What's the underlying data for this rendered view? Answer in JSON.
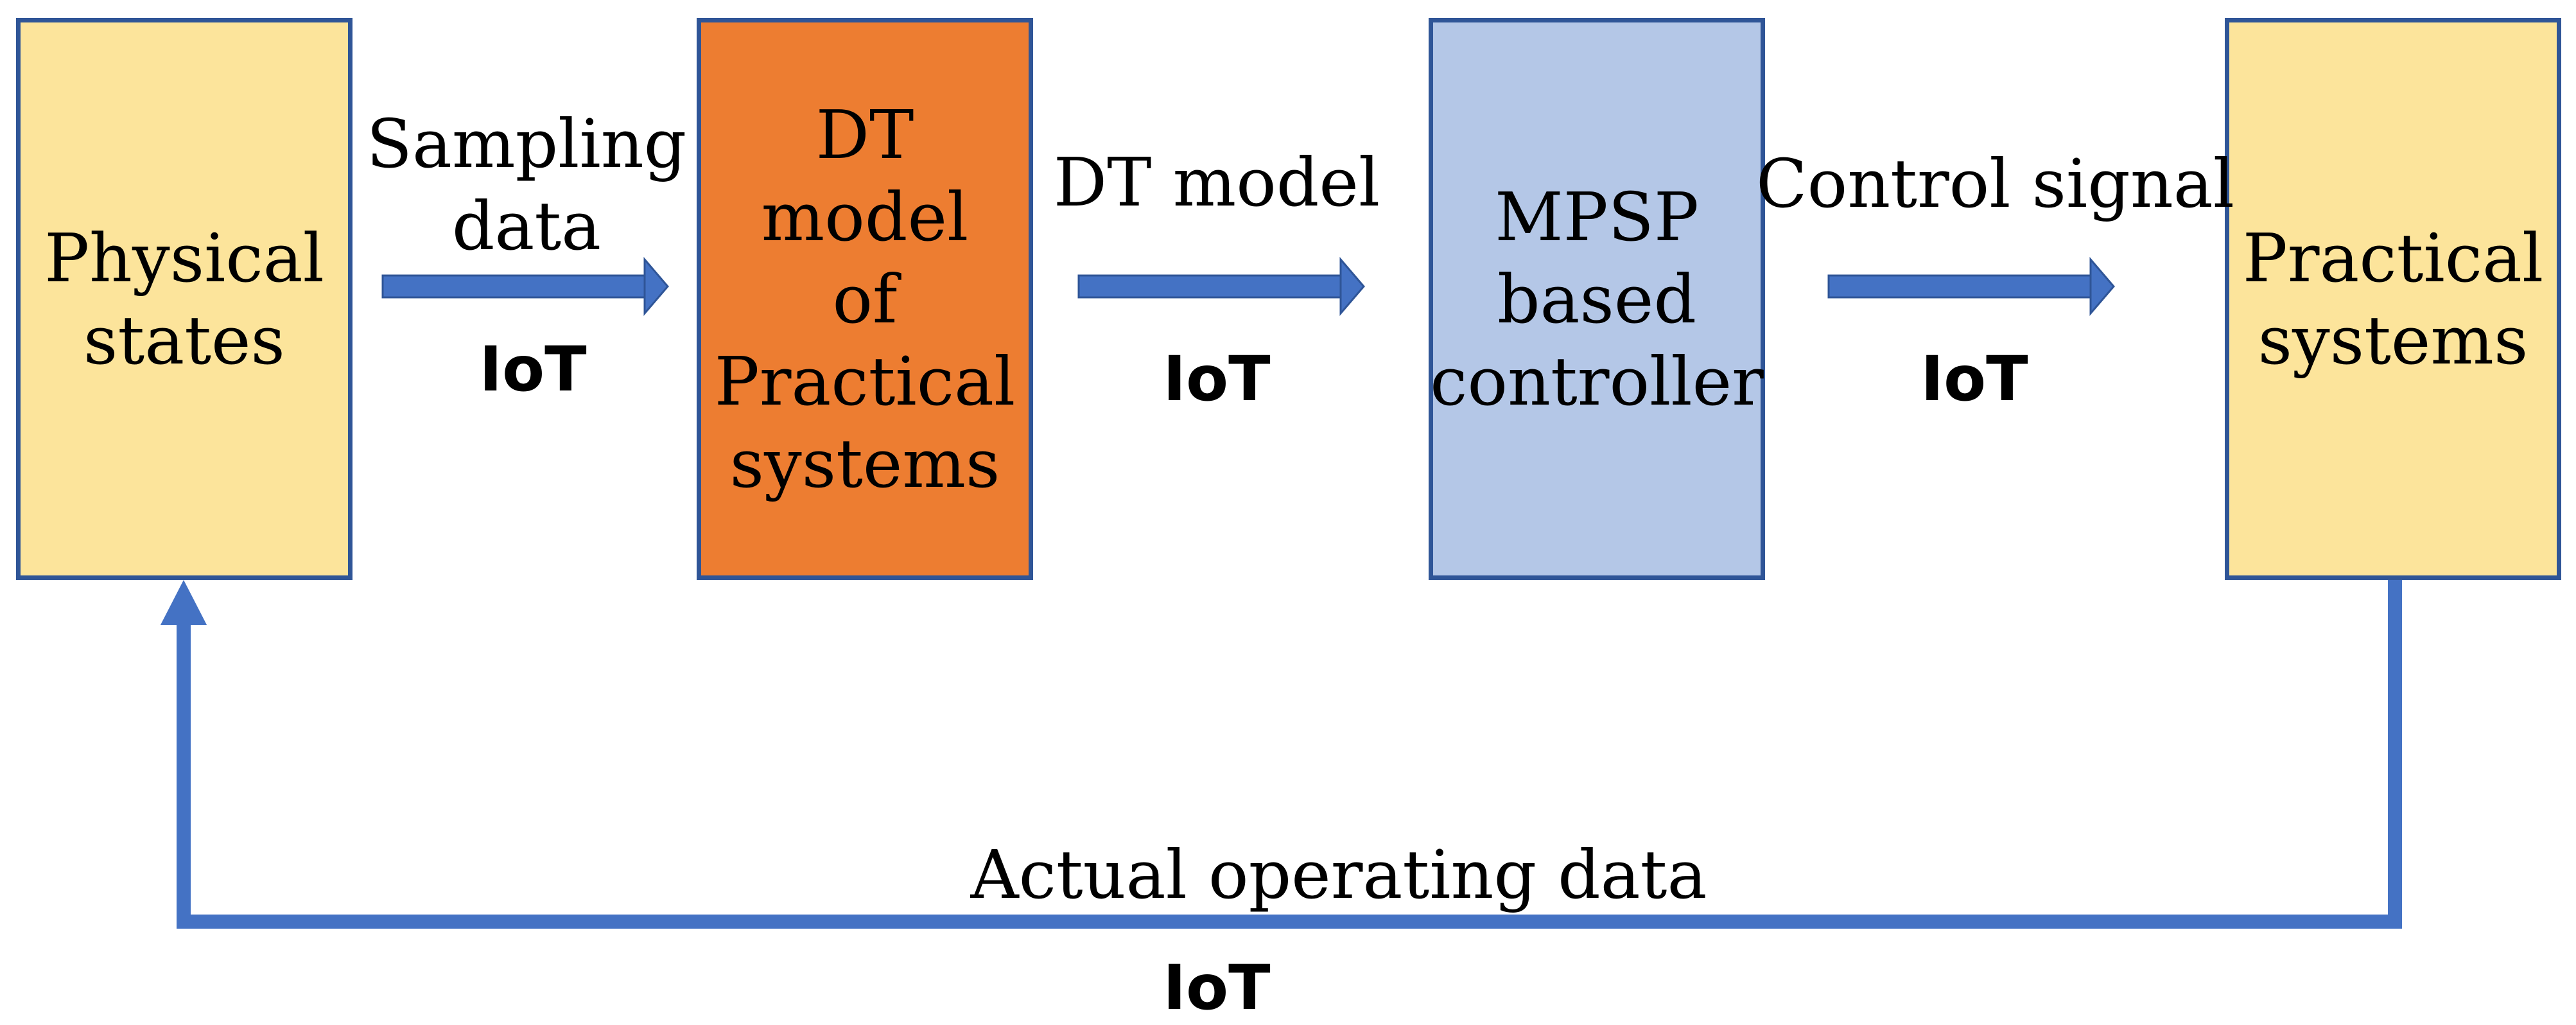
{
  "nodes": {
    "physical_states": {
      "lines": [
        "Physical",
        "states"
      ],
      "color": "#FCE49B"
    },
    "dt_model": {
      "lines": [
        "DT",
        "model",
        "of",
        "Practical",
        "systems"
      ],
      "color": "#ED7D31"
    },
    "mpsp_controller": {
      "lines": [
        "MPSP",
        "based",
        "controller"
      ],
      "color": "#B4C7E7"
    },
    "practical_systems": {
      "lines": [
        "Practical",
        "systems"
      ],
      "color": "#FCE49B"
    }
  },
  "edges": {
    "sampling": {
      "lines": [
        "Sampling",
        "data"
      ],
      "channel": "IoT"
    },
    "dt_model": {
      "label": "DT model",
      "channel": "IoT"
    },
    "control": {
      "label": "Control signal",
      "channel": "IoT"
    },
    "feedback": {
      "label": "Actual operating data",
      "channel": "IoT"
    }
  },
  "colors": {
    "arrow": "#4472C4",
    "border": "#2F5597"
  }
}
